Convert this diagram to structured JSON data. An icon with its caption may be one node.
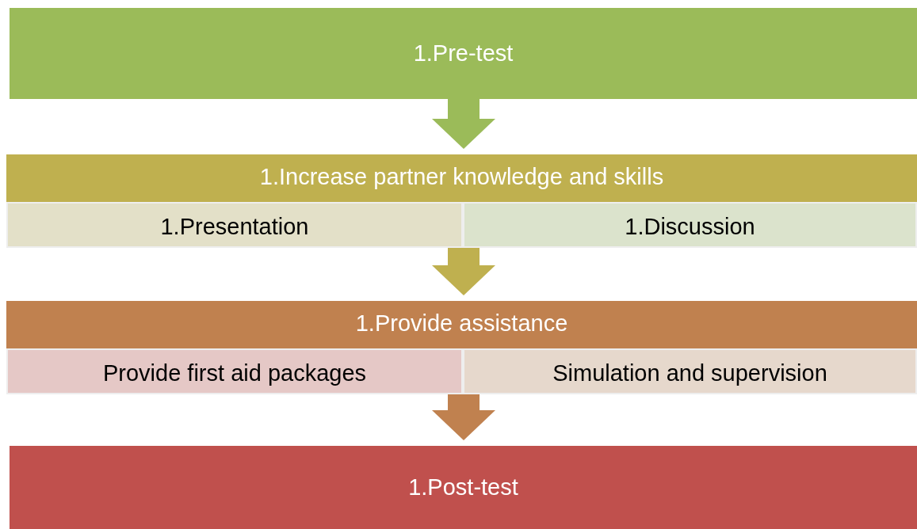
{
  "diagram": {
    "nodes": [
      {
        "text": [
          "1.Pre-test"
        ]
      },
      {
        "text": [
          "1.Increase partner knowledge and skills"
        ]
      },
      {
        "text": [
          "1.Presentation"
        ],
        "in": 1
      },
      {
        "text": [
          "1.Discussion"
        ],
        "in": 1
      },
      {
        "text": [
          "1.Provide assistance"
        ]
      },
      {
        "text": [
          "Provide first aid packages"
        ],
        "in": 4
      },
      {
        "text": [
          "Simulation and supervision"
        ],
        "in": 4
      },
      {
        "text": [
          "1.Post-test"
        ]
      }
    ],
    "edges": [
      {
        "from": 0,
        "to": 1,
        "arrow": "to",
        "color": "#9bbb59"
      },
      {
        "from": 1,
        "to": 4,
        "arrow": "to",
        "color": "#bfb04f"
      },
      {
        "from": 4,
        "to": 7,
        "arrow": "to",
        "color": "#c0814f"
      }
    ]
  }
}
